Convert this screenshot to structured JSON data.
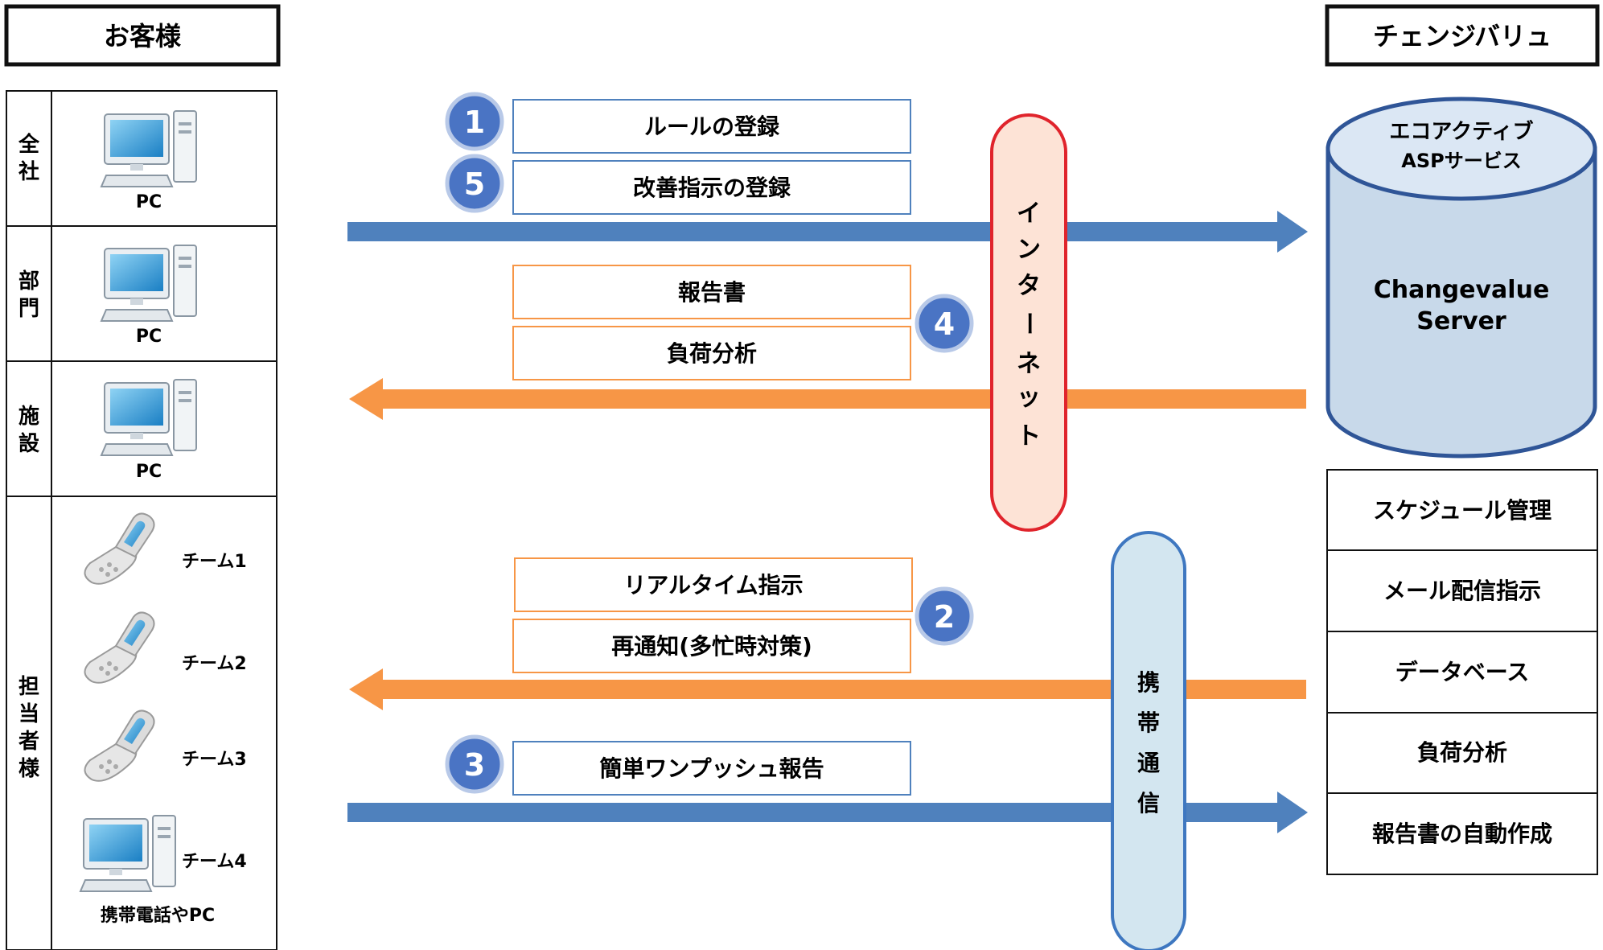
{
  "left_header": "お客様",
  "right_header": "チェンジバリュ",
  "customer_rows": [
    {
      "label": "全\n社",
      "device": "PC"
    },
    {
      "label": "部\n門",
      "device": "PC"
    },
    {
      "label": "施\n設",
      "device": "PC"
    },
    {
      "label": "担\n当\n者\n様",
      "device": ""
    }
  ],
  "teams": [
    "チーム1",
    "チーム2",
    "チーム3",
    "チーム4"
  ],
  "teams_caption": "携帯電話やPC",
  "flows_upper": [
    {
      "num": "1",
      "label": "ルールの登録"
    },
    {
      "num": "5",
      "label": "改善指示の登録"
    }
  ],
  "flows_upper_return": {
    "num": "4",
    "items": [
      "報告書",
      "負荷分析"
    ]
  },
  "flows_lower_return": {
    "num": "2",
    "items": [
      "リアルタイム指示",
      "再通知(多忙時対策)"
    ]
  },
  "flows_lower": {
    "num": "3",
    "label": "簡単ワンプッシュ報告"
  },
  "internet_label": [
    "イ",
    "ン",
    "タ",
    "ー",
    "ネ",
    "ッ",
    "ト"
  ],
  "mobile_label": [
    "携",
    "帯",
    "通",
    "信"
  ],
  "server": {
    "top_line1": "エコアクティブ",
    "top_line2": "ASPサービス",
    "name_line1": "Changevalue",
    "name_line2": "Server"
  },
  "services": [
    "スケジュール管理",
    "メール配信指示",
    "データベース",
    "負荷分析",
    "報告書の自動作成"
  ],
  "colors": {
    "blue_arrow": "#4f81bd",
    "orange_arrow": "#f79646",
    "badge": "#4a74c4",
    "internet_fill": "#fde3d6",
    "internet_border": "#e0242c",
    "mobile_fill": "#d3e6f0",
    "mobile_border": "#3e77c0",
    "server_fill": "#c8d9ea",
    "server_top": "#dbe7f4",
    "server_border": "#2f5597"
  }
}
